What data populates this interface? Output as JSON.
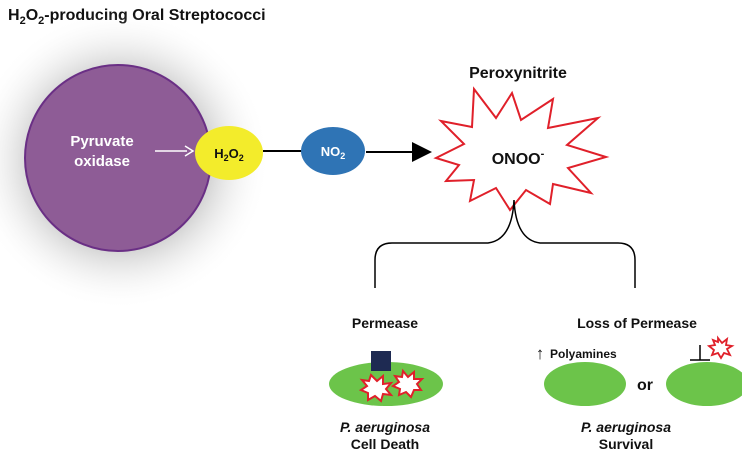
{
  "title": {
    "main": "H",
    "sub1": "2",
    "mid": "O",
    "sub2": "2",
    "rest": "-producing Oral Streptococci"
  },
  "cell": {
    "line1": "Pyruvate",
    "line2": "oxidase"
  },
  "h2o2": {
    "main": "H",
    "sub1": "2",
    "mid": "O",
    "sub2": "2"
  },
  "no2": {
    "main": "NO",
    "sub": "2"
  },
  "peroxynitrite": {
    "label": "Peroxynitrite",
    "formula": "ONOO",
    "charge": "-"
  },
  "left_branch": {
    "heading": "Permease",
    "species": "P. aeruginosa",
    "outcome": "Cell Death"
  },
  "right_branch": {
    "heading": "Loss of Permease",
    "up_arrow": "↑",
    "polyamines": "Polyamines",
    "or": "or",
    "species": "P. aeruginosa",
    "outcome": "Survival"
  },
  "colors": {
    "cell_purple": "#8e5c96",
    "cell_border": "#6a2f85",
    "h2o2_yellow": "#f3ec2b",
    "no2_blue": "#2f74b5",
    "burst_red": "#e0202a",
    "bacteria_green": "#6cc44a",
    "permease_navy": "#1e2a52"
  }
}
